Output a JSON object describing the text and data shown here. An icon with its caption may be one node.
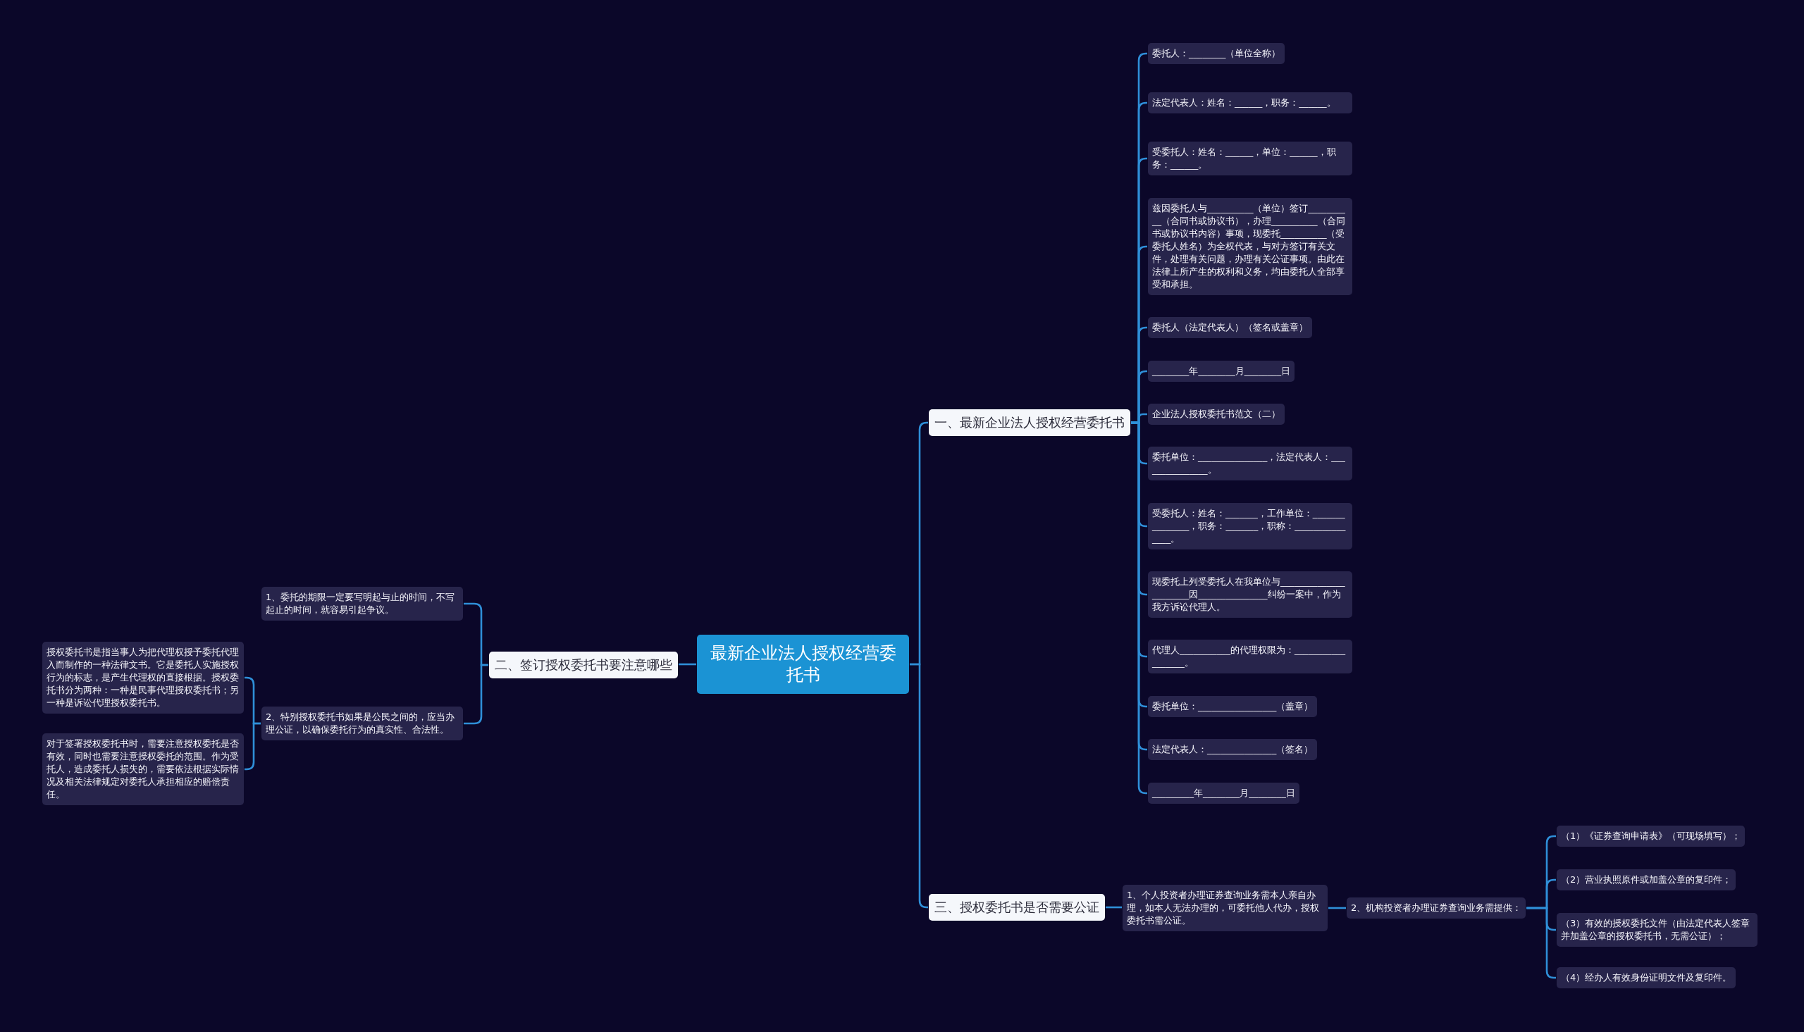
{
  "diagram": {
    "nodes": [
      {
        "text": [
          "最新企业法人授权经营委托书"
        ]
      },
      {
        "text": [
          "一、最新企业法人授权经营委托书"
        ]
      },
      {
        "text": [
          "委托人：________（单位全称）"
        ]
      },
      {
        "text": [
          "法定代表人：姓名：______，职务：______。"
        ]
      },
      {
        "text": [
          "受委托人：姓名：______，单位：______，职务：______。"
        ]
      },
      {
        "text": [
          "兹因委托人与__________（单位）签订__________（合同书或协议书），办理__________（合同书或协议书内容）事项，现委托__________（受委托人姓名）为全权代表，与对方签订有关文件，处理有关问题，办理有关公证事项。由此在法律上所产生的权利和义务，均由委托人全部享受和承担。"
        ]
      },
      {
        "text": [
          "委托人（法定代表人）（签名或盖章）"
        ]
      },
      {
        "text": [
          "________年________月________日"
        ]
      },
      {
        "text": [
          "企业法人授权委托书范文（二）"
        ]
      },
      {
        "text": [
          "委托单位：_______________，法定代表人：_______________。"
        ]
      },
      {
        "text": [
          "受委托人：姓名：_______，工作单位：_______________，职务：_______，职称：_______________。"
        ]
      },
      {
        "text": [
          "现委托上列受委托人在我单位与______________________因_______________纠纷一案中，作为我方诉讼代理人。"
        ]
      },
      {
        "text": [
          "代理人___________的代理权限为：__________________。"
        ]
      },
      {
        "text": [
          "委托单位：_________________（盖章）"
        ]
      },
      {
        "text": [
          "法定代表人：_______________（签名）"
        ]
      },
      {
        "text": [
          "_________年________月________日"
        ]
      },
      {
        "text": [
          "二、签订授权委托书要注意哪些"
        ]
      },
      {
        "text": [
          "1、委托的期限一定要写明起与止的时间，不写起止的时间，就容易引起争议。"
        ]
      },
      {
        "text": [
          "2、特别授权委托书如果是公民之间的，应当办理公证，以确保委托行为的真实性、合法性。"
        ]
      },
      {
        "text": [
          "授权委托书是指当事人为把代理权授予委托代理入而制作的一种法律文书。它是委托人实施授权行为的标志，是产生代理权的直接根据。授权委托书分为两种：一种是民事代理授权委托书；另一种是诉讼代理授权委托书。"
        ]
      },
      {
        "text": [
          "对于签署授权委托书时，需要注意授权委托是否有效，同时也需要注意授权委托的范围。作为受托人，造成委托人损失的，需要依法根据实际情况及相关法律规定对委托人承担相应的赔偿责任。"
        ]
      },
      {
        "text": [
          "三、授权委托书是否需要公证"
        ]
      },
      {
        "text": [
          "1、个人投资者办理证券查询业务需本人亲自办理，如本人无法办理的，可委托他人代办，授权委托书需公证。"
        ]
      },
      {
        "text": [
          "2、机构投资者办理证券查询业务需提供："
        ]
      },
      {
        "text": [
          "（1）《证券查询申请表》（可现场填写）；"
        ]
      },
      {
        "text": [
          "（2）营业执照原件或加盖公章的复印件；"
        ]
      },
      {
        "text": [
          "（3）有效的授权委托文件（由法定代表人签章并加盖公章的授权委托书，无需公证）；"
        ]
      },
      {
        "text": [
          "（4）经办人有效身份证明文件及复印件。"
        ]
      }
    ],
    "edges": [
      {
        "from": 0,
        "to": 1,
        "arrow": "none"
      },
      {
        "from": 1,
        "to": 2,
        "arrow": "none"
      },
      {
        "from": 1,
        "to": 3,
        "arrow": "none"
      },
      {
        "from": 1,
        "to": 4,
        "arrow": "none"
      },
      {
        "from": 1,
        "to": 5,
        "arrow": "none"
      },
      {
        "from": 1,
        "to": 6,
        "arrow": "none"
      },
      {
        "from": 1,
        "to": 7,
        "arrow": "none"
      },
      {
        "from": 1,
        "to": 8,
        "arrow": "none"
      },
      {
        "from": 1,
        "to": 9,
        "arrow": "none"
      },
      {
        "from": 1,
        "to": 10,
        "arrow": "none"
      },
      {
        "from": 1,
        "to": 11,
        "arrow": "none"
      },
      {
        "from": 1,
        "to": 12,
        "arrow": "none"
      },
      {
        "from": 1,
        "to": 13,
        "arrow": "none"
      },
      {
        "from": 1,
        "to": 14,
        "arrow": "none"
      },
      {
        "from": 1,
        "to": 15,
        "arrow": "none"
      },
      {
        "from": 0,
        "to": 16,
        "arrow": "none"
      },
      {
        "from": 16,
        "to": 17,
        "arrow": "none"
      },
      {
        "from": 16,
        "to": 18,
        "arrow": "none"
      },
      {
        "from": 18,
        "to": 19,
        "arrow": "none"
      },
      {
        "from": 18,
        "to": 20,
        "arrow": "none"
      },
      {
        "from": 0,
        "to": 21,
        "arrow": "none"
      },
      {
        "from": 21,
        "to": 22,
        "arrow": "none"
      },
      {
        "from": 22,
        "to": 23,
        "arrow": "none"
      },
      {
        "from": 23,
        "to": 24,
        "arrow": "none"
      },
      {
        "from": 23,
        "to": 25,
        "arrow": "none"
      },
      {
        "from": 23,
        "to": 26,
        "arrow": "none"
      },
      {
        "from": 23,
        "to": 27,
        "arrow": "none"
      }
    ]
  }
}
